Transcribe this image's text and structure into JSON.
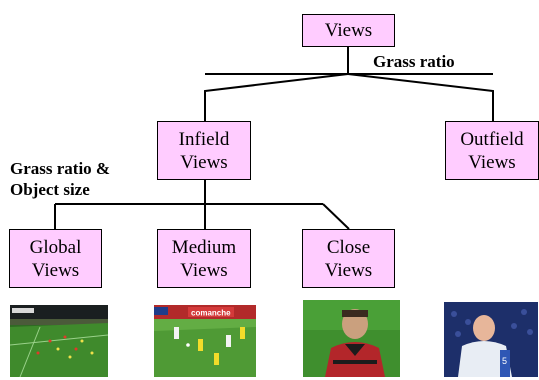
{
  "nodes": {
    "views": "Views",
    "infield": "Infield\nViews",
    "outfield": "Outfield\nViews",
    "global": "Global\nViews",
    "medium": "Medium\nViews",
    "close": "Close\nViews"
  },
  "edge_labels": {
    "root_split": "Grass ratio",
    "infield_split": "Grass ratio &\nObject size"
  },
  "thumbnails": {
    "medium_banner_text": "comanche"
  },
  "colors": {
    "node_fill": "#ffccff",
    "line": "#000000"
  }
}
